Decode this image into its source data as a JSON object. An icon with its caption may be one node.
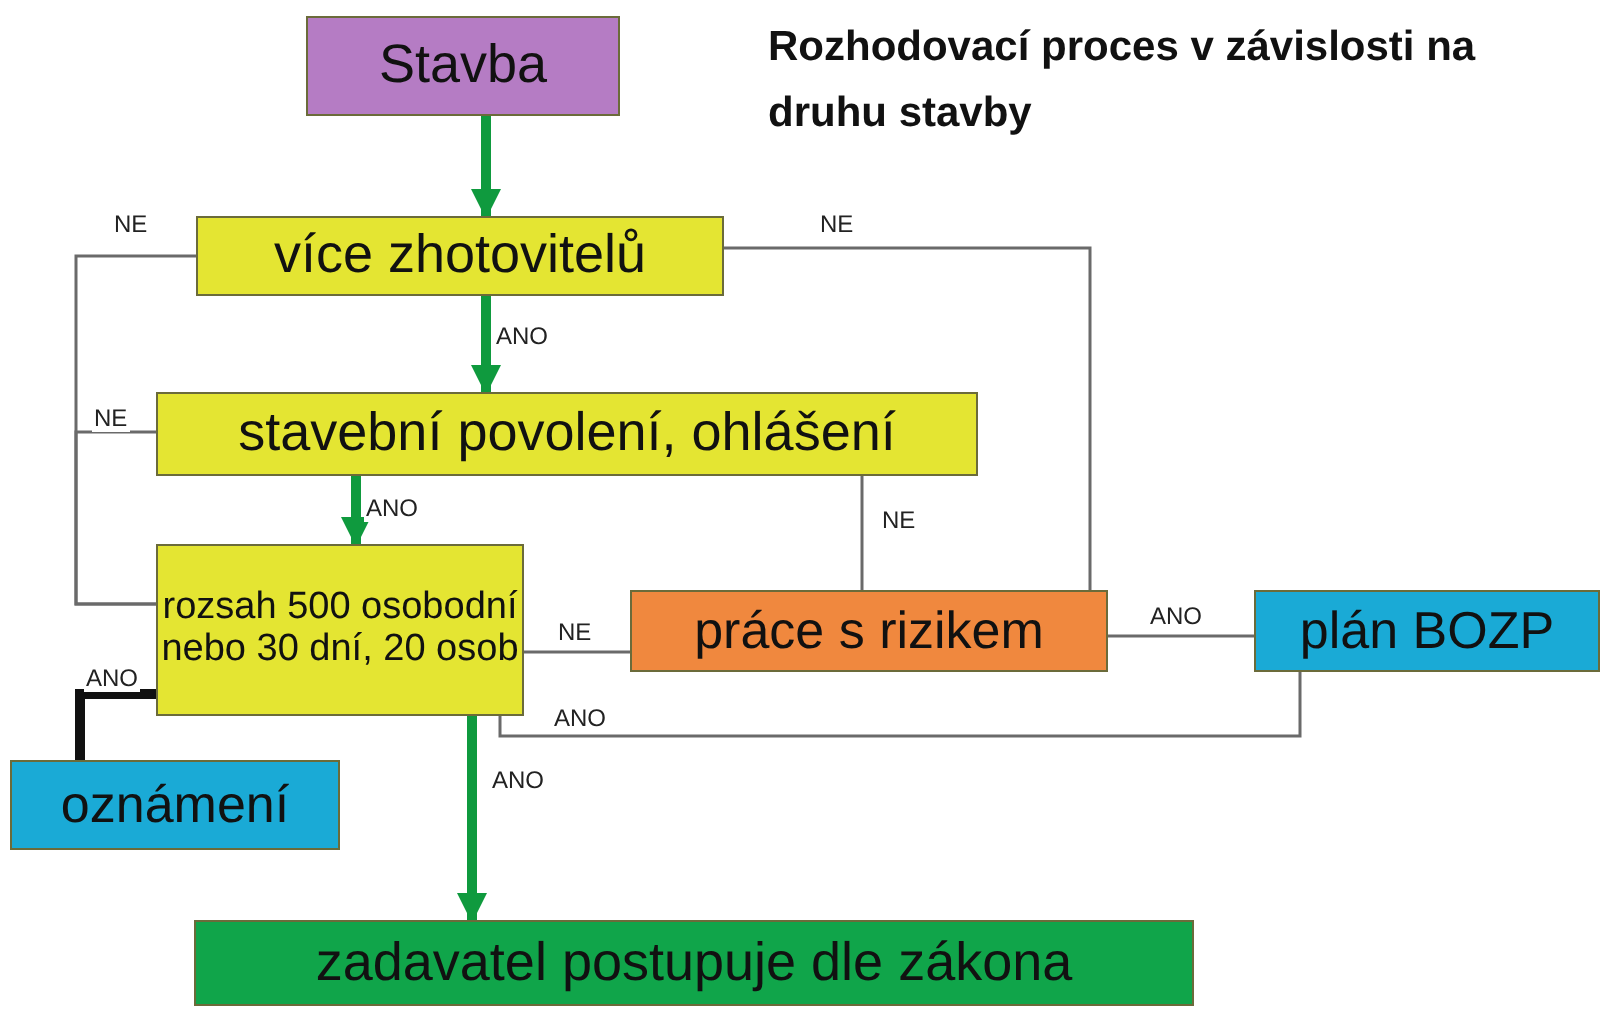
{
  "diagram": {
    "title": "Rozhodovací proces v závislosti na druhu stavby",
    "nodes": [
      {
        "text": [
          "Stavba"
        ]
      },
      {
        "text": [
          "více zhotovitelů"
        ]
      },
      {
        "text": [
          "stavební povolení, ohlášení"
        ]
      },
      {
        "text": [
          "rozsah 500 osobodní nebo 30 dní, 20 osob"
        ]
      },
      {
        "text": [
          "práce s rizikem"
        ]
      },
      {
        "text": [
          "plán BOZP"
        ]
      },
      {
        "text": [
          "oznámení"
        ]
      },
      {
        "text": [
          "zadavatel postupuje dle zákona"
        ]
      }
    ],
    "edges": [
      {
        "from": 0,
        "to": 1,
        "arrow": "to",
        "style": "thick",
        "color": "#0f9a3e"
      },
      {
        "from": 1,
        "to": 2,
        "arrow": "to",
        "label": "ANO",
        "style": "thick",
        "color": "#0f9a3e"
      },
      {
        "from": 1,
        "to": 3,
        "arrow": "none",
        "label": "NE"
      },
      {
        "from": 1,
        "to": 4,
        "arrow": "none",
        "label": "NE"
      },
      {
        "from": 2,
        "to": 3,
        "arrow": "to",
        "label": "ANO",
        "style": "thick",
        "color": "#0f9a3e"
      },
      {
        "from": 2,
        "to": 3,
        "arrow": "none",
        "label": "NE"
      },
      {
        "from": 2,
        "to": 4,
        "arrow": "none",
        "label": "NE"
      },
      {
        "from": 3,
        "to": 4,
        "arrow": "none",
        "label": "NE"
      },
      {
        "from": 4,
        "to": 5,
        "arrow": "none",
        "label": "ANO"
      },
      {
        "from": 5,
        "to": 3,
        "arrow": "none",
        "label": "ANO"
      },
      {
        "from": 3,
        "to": 6,
        "arrow": "none",
        "label": "ANO",
        "style": "thick",
        "color": "#111111"
      },
      {
        "from": 3,
        "to": 7,
        "arrow": "to",
        "label": "ANO",
        "style": "thick",
        "color": "#0f9a3e"
      }
    ]
  }
}
